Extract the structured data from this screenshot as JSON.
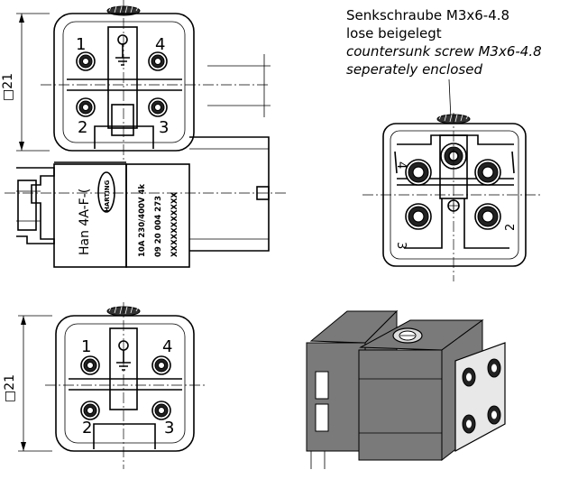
{
  "note": {
    "line1": "Senkschraube M3x6-4.8",
    "line2": "lose beigelegt",
    "line3": "countersunk screw M3x6-4.8",
    "line4": "seperately enclosed"
  },
  "dimensions": {
    "top_square": "□21",
    "bottom_square": "□21"
  },
  "top_view": {
    "pin_labels": [
      "1",
      "2",
      "3",
      "4"
    ]
  },
  "bottom_view": {
    "pin_labels": [
      "1",
      "2",
      "3",
      "4"
    ]
  },
  "rear_view": {
    "pin_labels": [
      "4",
      "3",
      "2"
    ]
  },
  "side_view": {
    "marking_type": "Han 4A-F-(",
    "brand_logo": "HARTING",
    "rating": "10A 230/400V 4k",
    "part_number": "09 20 004 273",
    "serial": "XXXXXXXXXXX"
  },
  "colors": {
    "line": "#000000",
    "fill_dark": "#222222",
    "fill_gray": "#7a7a7a",
    "background": "#ffffff"
  }
}
